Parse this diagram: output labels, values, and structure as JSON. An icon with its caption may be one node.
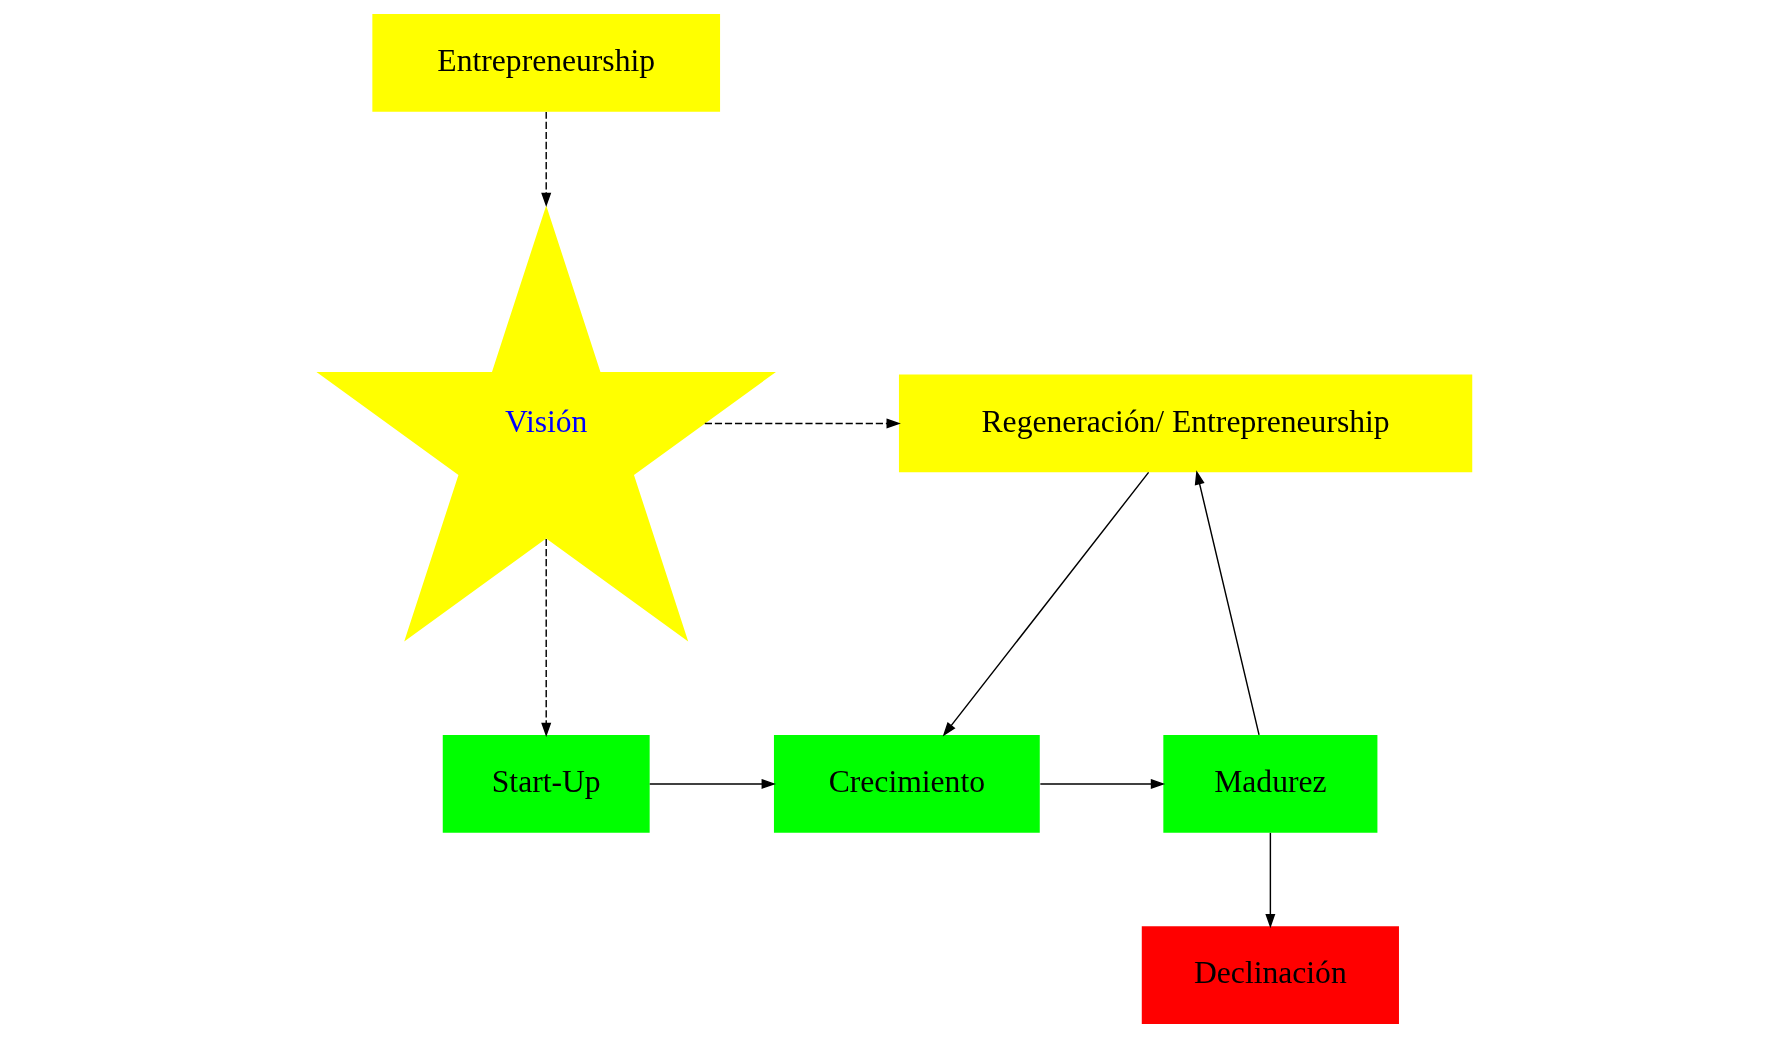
{
  "diagram": {
    "nodes": [
      {
        "text": [
          "Entrepreneurship"
        ]
      },
      {
        "text": [
          "Visión"
        ]
      },
      {
        "text": [
          "Regeneración/ Entrepreneurship"
        ]
      },
      {
        "text": [
          "Start-Up"
        ]
      },
      {
        "text": [
          "Crecimiento"
        ]
      },
      {
        "text": [
          "Madurez"
        ]
      },
      {
        "text": [
          "Declinación"
        ]
      }
    ],
    "edges": [
      {
        "from": 0,
        "to": 1,
        "arrow": "to",
        "style": "dashed"
      },
      {
        "from": 1,
        "to": 2,
        "arrow": "to",
        "style": "dashed"
      },
      {
        "from": 1,
        "to": 3,
        "arrow": "to",
        "style": "dashed"
      },
      {
        "from": 2,
        "to": 4,
        "arrow": "to"
      },
      {
        "from": 3,
        "to": 4,
        "arrow": "to"
      },
      {
        "from": 4,
        "to": 5,
        "arrow": "to"
      },
      {
        "from": 5,
        "to": 2,
        "arrow": "to"
      },
      {
        "from": 5,
        "to": 6,
        "arrow": "to"
      }
    ]
  }
}
